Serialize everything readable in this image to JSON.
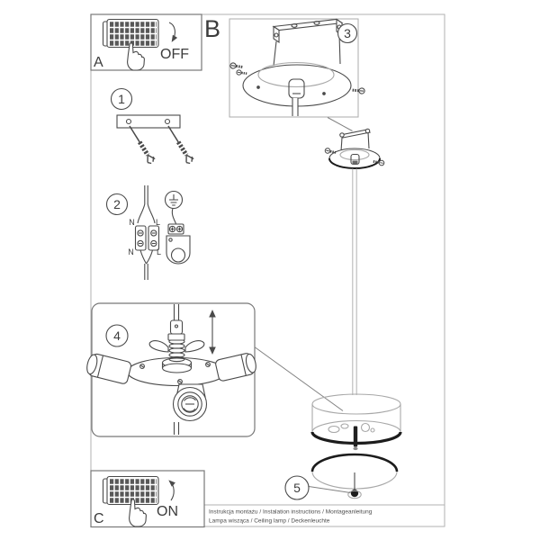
{
  "labels": {
    "section_a": "A",
    "section_b": "B",
    "section_c": "C",
    "switch_off": "OFF",
    "switch_on": "ON",
    "step_1": "1",
    "step_2": "2",
    "step_3": "3",
    "step_4": "4",
    "step_5": "5"
  },
  "wiring": {
    "top_left": "N",
    "top_right": "L",
    "bottom_left": "N",
    "bottom_right": "L"
  },
  "footer": {
    "line1": "Instrukcja montażu / Instalation instructions / Montageanleitung",
    "line2": "Lampa wisząca / Ceiling lamp / Deckenleuchte"
  },
  "icons": {
    "breaker_panel": "fuse-box",
    "pointing_hand": "hand-press",
    "arrow_off": "curved-arrow-down",
    "arrow_on": "curved-arrow-up",
    "ground": "earth-ground-symbol",
    "height_adjust": "double-headed-arrow"
  },
  "colors": {
    "ink": "#4a4a4a",
    "frame": "#b2b2b2",
    "bold_rim": "#1c1c1c",
    "cable": "#b9b9b9",
    "background": "#ffffff"
  }
}
